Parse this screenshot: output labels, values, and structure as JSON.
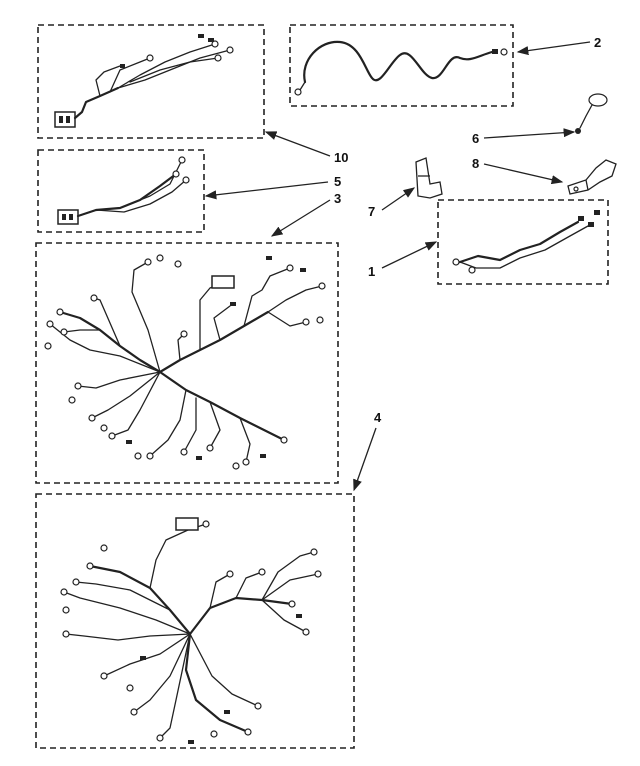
{
  "diagram": {
    "callouts": [
      "1",
      "2",
      "3",
      "4",
      "5",
      "6",
      "7",
      "8",
      "10"
    ],
    "colors": {
      "ink": "#222222",
      "background": "#ffffff"
    }
  }
}
